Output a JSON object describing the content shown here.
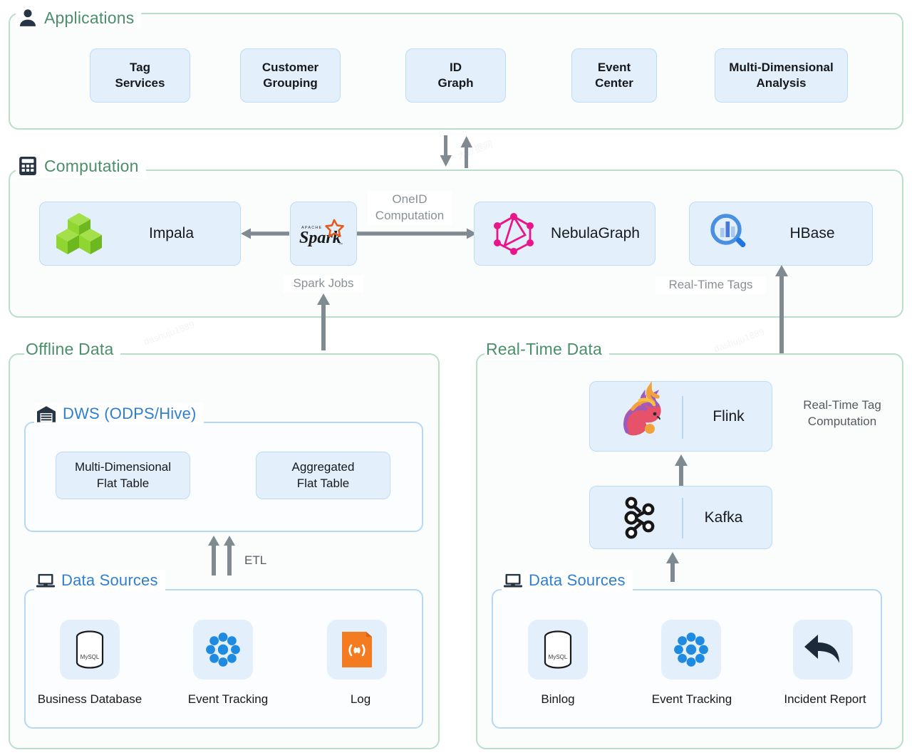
{
  "sections": {
    "applications": {
      "label": "Applications",
      "icon": "person-icon",
      "items": [
        {
          "line1": "Tag",
          "line2": "Services"
        },
        {
          "line1": "Customer",
          "line2": "Grouping"
        },
        {
          "line1": "ID",
          "line2": "Graph"
        },
        {
          "line1": "Event",
          "line2": "Center"
        },
        {
          "line1": "Multi-Dimensional",
          "line2": "Analysis"
        }
      ]
    },
    "computation": {
      "label": "Computation",
      "icon": "calculator-icon",
      "nodes": [
        {
          "name": "impala",
          "label": "Impala",
          "icon": "impala-cubes-icon"
        },
        {
          "name": "spark",
          "label": "",
          "icon": "spark-logo-icon"
        },
        {
          "name": "nebulagraph",
          "label": "NebulaGraph",
          "icon": "nebulagraph-icon"
        },
        {
          "name": "hbase",
          "label": "HBase",
          "icon": "hbase-magnifier-icon"
        }
      ],
      "captions": {
        "oneid": "OneID\nComputation",
        "spark_jobs": "Spark Jobs",
        "realtime_tags": "Real-Time Tags"
      }
    },
    "offline": {
      "label": "Offline Data",
      "dws": {
        "label": "DWS (ODPS/Hive)",
        "icon": "warehouse-icon",
        "tables": [
          {
            "line1": "Multi-Dimensional",
            "line2": "Flat Table"
          },
          {
            "line1": "Aggregated",
            "line2": "Flat Table"
          }
        ]
      },
      "etl_label": "ETL",
      "sources": {
        "label": "Data Sources",
        "icon": "laptop-icon",
        "items": [
          {
            "caption": "Business Database",
            "icon": "mysql-icon",
            "icon_text": "MySQL"
          },
          {
            "caption": "Event Tracking",
            "icon": "event-tracking-icon",
            "icon_text": ""
          },
          {
            "caption": "Log",
            "icon": "log-book-icon",
            "icon_text": ""
          }
        ]
      }
    },
    "realtime": {
      "label": "Real-Time Data",
      "nodes": [
        {
          "name": "flink",
          "label": "Flink",
          "icon": "flink-squirrel-icon"
        },
        {
          "name": "kafka",
          "label": "Kafka",
          "icon": "kafka-icon"
        }
      ],
      "caption": "Real-Time Tag\nComputation",
      "sources": {
        "label": "Data Sources",
        "icon": "laptop-icon",
        "items": [
          {
            "caption": "Binlog",
            "icon": "mysql-icon",
            "icon_text": "MySQL"
          },
          {
            "caption": "Event Tracking",
            "icon": "event-tracking-icon",
            "icon_text": ""
          },
          {
            "caption": "Incident Report",
            "icon": "reply-arrow-icon",
            "icon_text": ""
          }
        ]
      }
    }
  },
  "colors": {
    "section_border": "#b9dec9",
    "section_label": "#4a8f6a",
    "sub_border": "#b6d8f5",
    "sub_label": "#2f7fd0",
    "node_fill": "#e3f0fc",
    "node_border": "#bcdcf7",
    "arrow": "#808a91",
    "icon_dark": "#273444",
    "impala_green": "#7dc729",
    "nebula_pink": "#e8168a",
    "hbase_blue": "#4a90e2",
    "log_orange": "#f47b20",
    "tracking_blue": "#1e8ae0",
    "spark_orange": "#e25a1c"
  }
}
